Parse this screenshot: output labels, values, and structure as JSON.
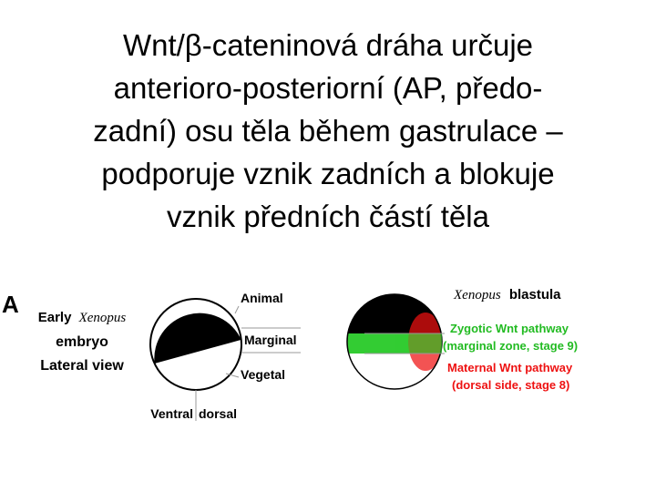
{
  "title": {
    "lines": [
      "Wnt/β-cateninová dráha určuje",
      "anterioro-posteriorní (AP, předo-",
      "zadní) osu těla během gastrulace –",
      "podporuje vznik zadních a blokuje",
      "vznik předních částí těla"
    ]
  },
  "panel_a": {
    "letter": "A",
    "caption": {
      "early": "Early",
      "species": "Xenopus",
      "embryo": "embryo",
      "view": "Lateral view"
    },
    "labels": {
      "animal": "Animal",
      "marginal": "Marginal",
      "vegetal": "Vegetal",
      "ventral": "Ventral",
      "dorsal": "dorsal"
    }
  },
  "panel_b": {
    "title_species": "Xenopus",
    "title_stage": "blastula",
    "zygotic_line1": "Zygotic Wnt pathway",
    "zygotic_line2": "(marginal zone, stage 9)",
    "maternal_line1": "Maternal Wnt pathway",
    "maternal_line2": "(dorsal side, stage 8)"
  },
  "colors": {
    "animal_cap": "#000000",
    "zygotic_green": "#33cc33",
    "maternal_red": "#ee1111",
    "guide_line": "#999999"
  }
}
